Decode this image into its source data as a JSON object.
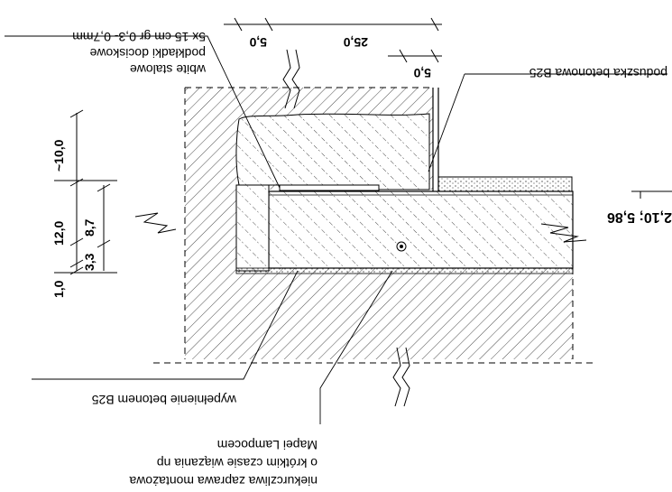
{
  "labels": {
    "left_dims": {
      "d10": "~10,0",
      "d12": "12,0",
      "d87": "8,7",
      "d33": "3,3",
      "d1": "1,0"
    },
    "top_dims": {
      "d50a": "5,0",
      "d250": "25,0",
      "d50b": "5,0"
    },
    "right_dims": "2,10; 5,86",
    "annotations": {
      "plates_line1": "5x 15 cm gr 0,3- 0,7mm",
      "plates_line2": "podkładki dociskowe",
      "plates_line3": "wbite stalowe",
      "cushion": "poduszka betonowa B25",
      "fill": "wypełnienie betonem B25",
      "mortar_line1": "niekurczliwa zaprawa montażowa",
      "mortar_line2": "o krótkim czasie wiązania np",
      "mortar_line3": "Mapei Lampocem"
    }
  }
}
